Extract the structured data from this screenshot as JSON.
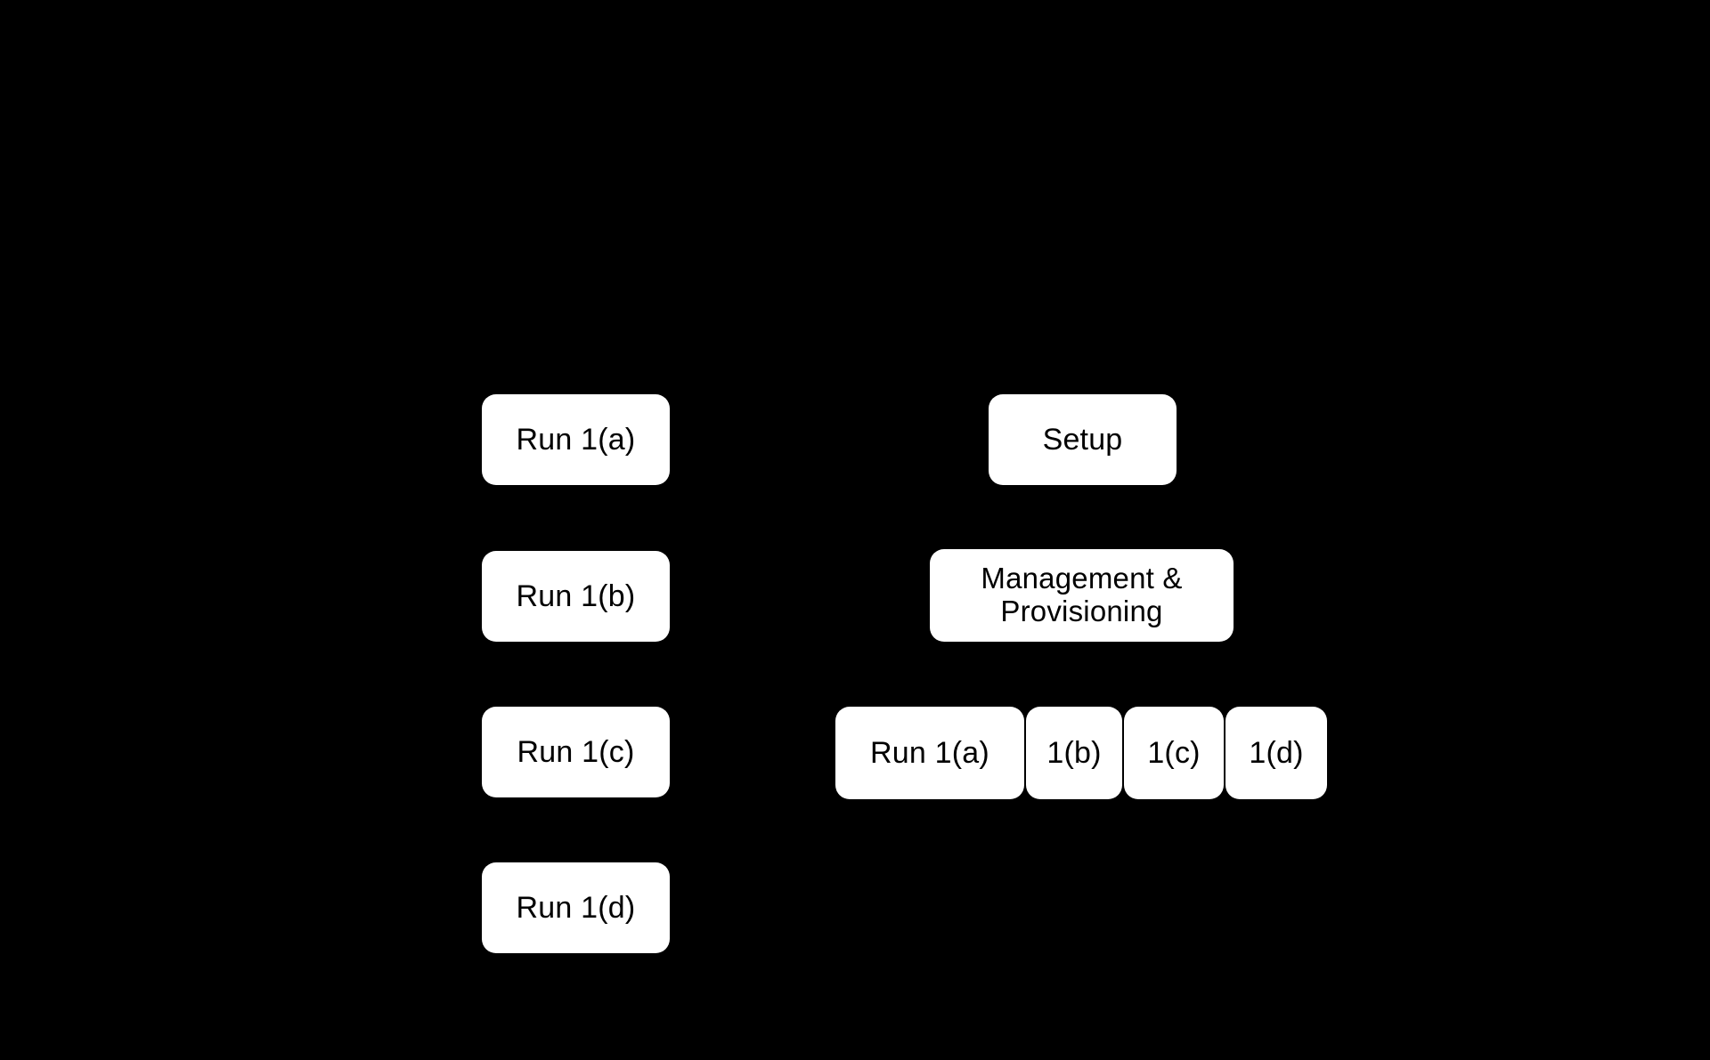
{
  "background_color": "#000000",
  "box_color": "#ffffff",
  "text_color": "#000000",
  "diagram": {
    "serial_column": {
      "name": "serial-runs",
      "boxes": [
        {
          "label": "Run 1(a)"
        },
        {
          "label": "Run 1(b)"
        },
        {
          "label": "Run 1(c)"
        },
        {
          "label": "Run 1(d)"
        }
      ]
    },
    "parallel_column": {
      "name": "parallel-workflow",
      "setup": {
        "label": "Setup"
      },
      "management": {
        "label": "Management &\nProvisioning"
      },
      "runs": [
        {
          "label": "Run 1(a)"
        },
        {
          "label": "1(b)"
        },
        {
          "label": "1(c)"
        },
        {
          "label": "1(d)"
        }
      ]
    }
  }
}
